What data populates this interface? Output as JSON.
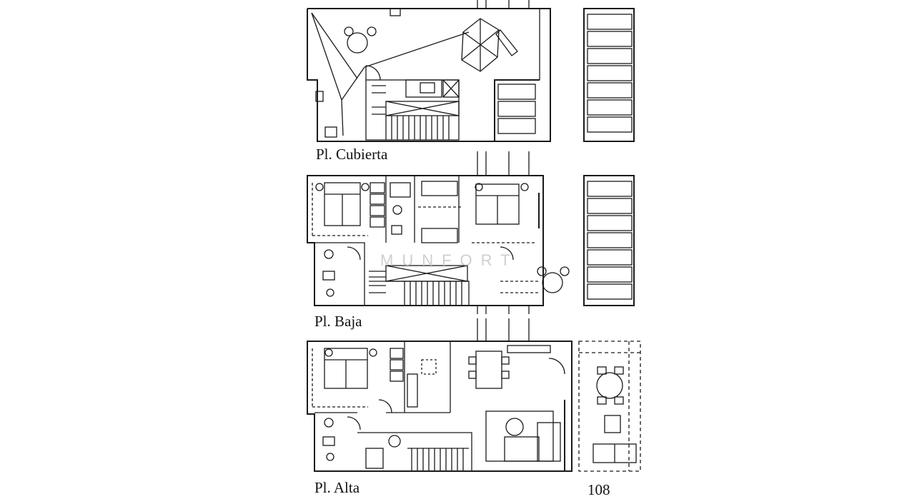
{
  "labels": {
    "cubierta": "Pl. Cubierta",
    "baja": "Pl. Baja",
    "alta": "Pl. Alta",
    "number": "108"
  },
  "watermark": "MUNFORT",
  "colors": {
    "line": "#1a1a1a",
    "background": "#ffffff",
    "watermark": "#cfcfcf"
  }
}
